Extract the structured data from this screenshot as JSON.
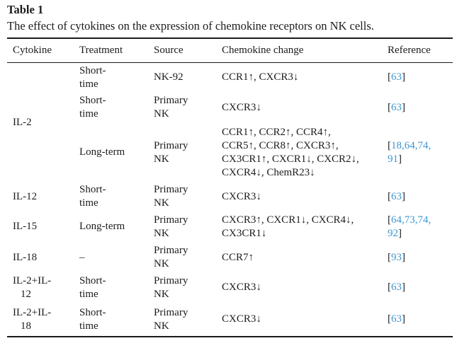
{
  "colors": {
    "citation_blue": "#3b97d3",
    "text": "#1c1c1c",
    "rule": "#1a1a1a",
    "background": "#ffffff"
  },
  "table": {
    "label": "Table 1",
    "caption": "The effect of cytokines on the expression of chemokine receptors on NK cells.",
    "columns": [
      "Cytokine",
      "Treatment",
      "Source",
      "Chemokine change",
      "Reference"
    ],
    "rows": [
      {
        "cytokine": "IL-2",
        "treatment": "Short-\ntime",
        "source": "NK-92",
        "change": "CCR1↑, CXCR3↓",
        "ref": {
          "open": "[",
          "nums": "63",
          "close": "]"
        }
      },
      {
        "treatment": "Short-\ntime",
        "source": "Primary\nNK",
        "change": "CXCR3↓",
        "ref": {
          "open": "[",
          "nums": "63",
          "close": "]"
        }
      },
      {
        "treatment": "Long-term",
        "source": "Primary\nNK",
        "change": "CCR1↑, CCR2↑, CCR4↑,\nCCR5↑, CCR8↑, CXCR3↑,\nCX3CR1↑, CXCR1↓, CXCR2↓,\nCXCR4↓, ChemR23↓",
        "ref": {
          "open": "[",
          "nums": "18,64,74,\n91",
          "close": "]"
        }
      },
      {
        "cytokine": "IL-12",
        "treatment": "Short-\ntime",
        "source": "Primary\nNK",
        "change": "CXCR3↓",
        "ref": {
          "open": "[",
          "nums": "63",
          "close": "]"
        }
      },
      {
        "cytokine": "IL-15",
        "treatment": "Long-term",
        "source": "Primary\nNK",
        "change": "CXCR3↑, CXCR1↓, CXCR4↓,\nCX3CR1↓",
        "ref": {
          "open": "[",
          "nums": "64,73,74,\n92",
          "close": "]"
        }
      },
      {
        "cytokine": "IL-18",
        "treatment": "–",
        "source": "Primary\nNK",
        "change": "CCR7↑",
        "ref": {
          "open": "[",
          "nums": "93",
          "close": "]"
        }
      },
      {
        "cytokine_line1": "IL-2+IL-",
        "cytokine_line2": "12",
        "treatment": "Short-\ntime",
        "source": "Primary\nNK",
        "change": "CXCR3↓",
        "ref": {
          "open": "[",
          "nums": "63",
          "close": "]"
        }
      },
      {
        "cytokine_line1": "IL-2+IL-",
        "cytokine_line2": "18",
        "treatment": "Short-\ntime",
        "source": "Primary\nNK",
        "change": "CXCR3↓",
        "ref": {
          "open": "[",
          "nums": "63",
          "close": "]"
        }
      }
    ]
  }
}
